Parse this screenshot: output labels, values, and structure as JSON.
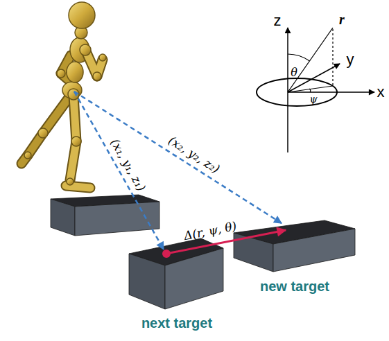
{
  "diagram": {
    "nodes": [
      {
        "text": [
          "next target"
        ]
      },
      {
        "text": [
          "new target"
        ]
      }
    ],
    "edges": [
      {
        "from": 0,
        "to": 1,
        "label": "Δ(r, ψ, θ)",
        "arrow": "to"
      }
    ],
    "labels": [
      "(x₁, y₁, z₁)",
      "(x₂, y₂, z₂)",
      "z",
      "y",
      "x",
      "r",
      "θ",
      "ψ"
    ]
  }
}
